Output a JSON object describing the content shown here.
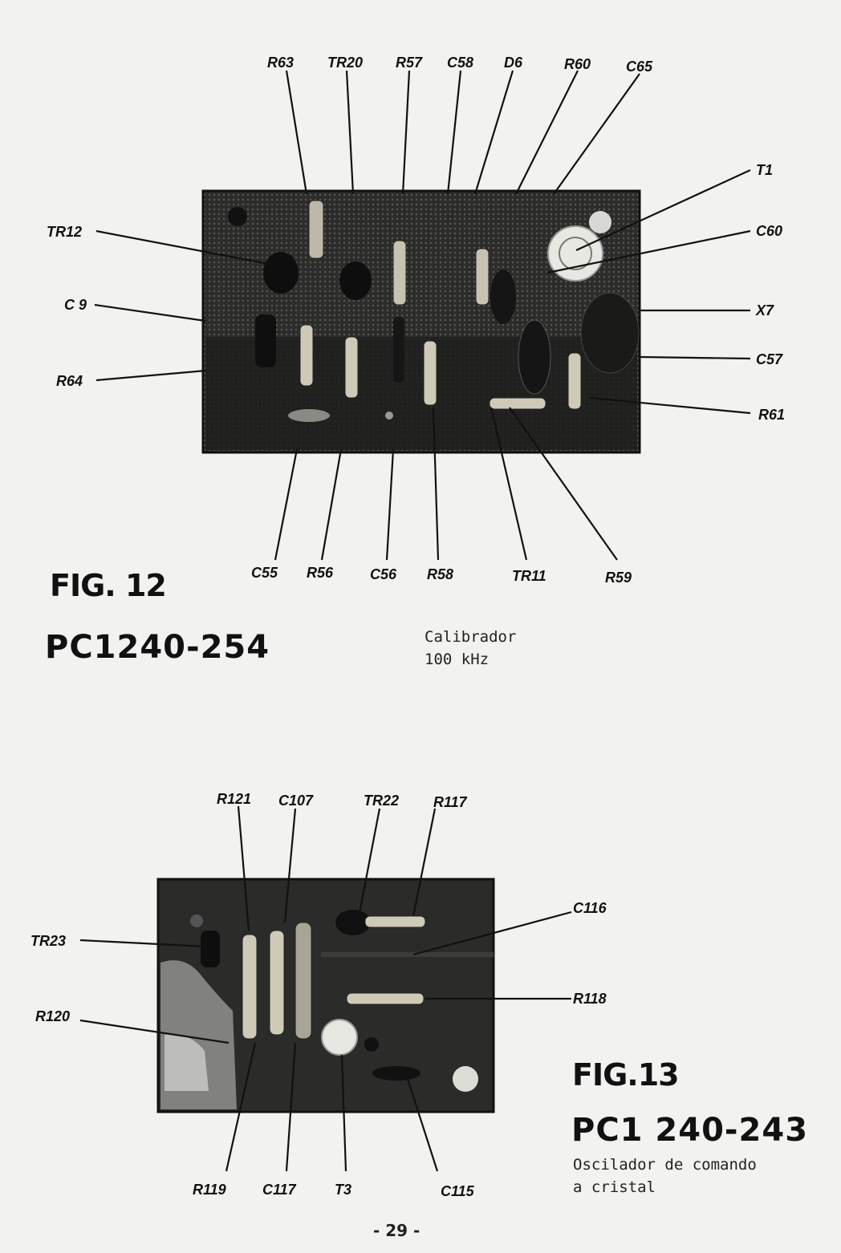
{
  "fig12": {
    "title": "FIG. 12",
    "code": "PC1240-254",
    "description_line1": "Calibrador",
    "description_line2": "100 kHz",
    "labels_top": [
      "R63",
      "TR20",
      "R57",
      "C58",
      "D6",
      "R60",
      "C65"
    ],
    "labels_left": [
      "TR12",
      "C 9",
      "R64"
    ],
    "labels_right": [
      "T1",
      "C60",
      "X7",
      "C57",
      "R61"
    ],
    "labels_bottom": [
      "C55",
      "R56",
      "C56",
      "R58",
      "TR11",
      "R59"
    ]
  },
  "fig13": {
    "title": "FIG.13",
    "code": "PC1 240-243",
    "description_line1": "Oscilador de comando",
    "description_line2": "a cristal",
    "labels_top": [
      "R121",
      "C107",
      "TR22",
      "R117"
    ],
    "labels_left": [
      "TR23",
      "R120"
    ],
    "labels_right": [
      "C116",
      "R118"
    ],
    "labels_bottom": [
      "R119",
      "C117",
      "T3",
      "C115"
    ]
  },
  "page_number": "- 29 -",
  "colors": {
    "board": "#2a2a28",
    "ink": "#111111",
    "paper": "#f2f2f0"
  }
}
